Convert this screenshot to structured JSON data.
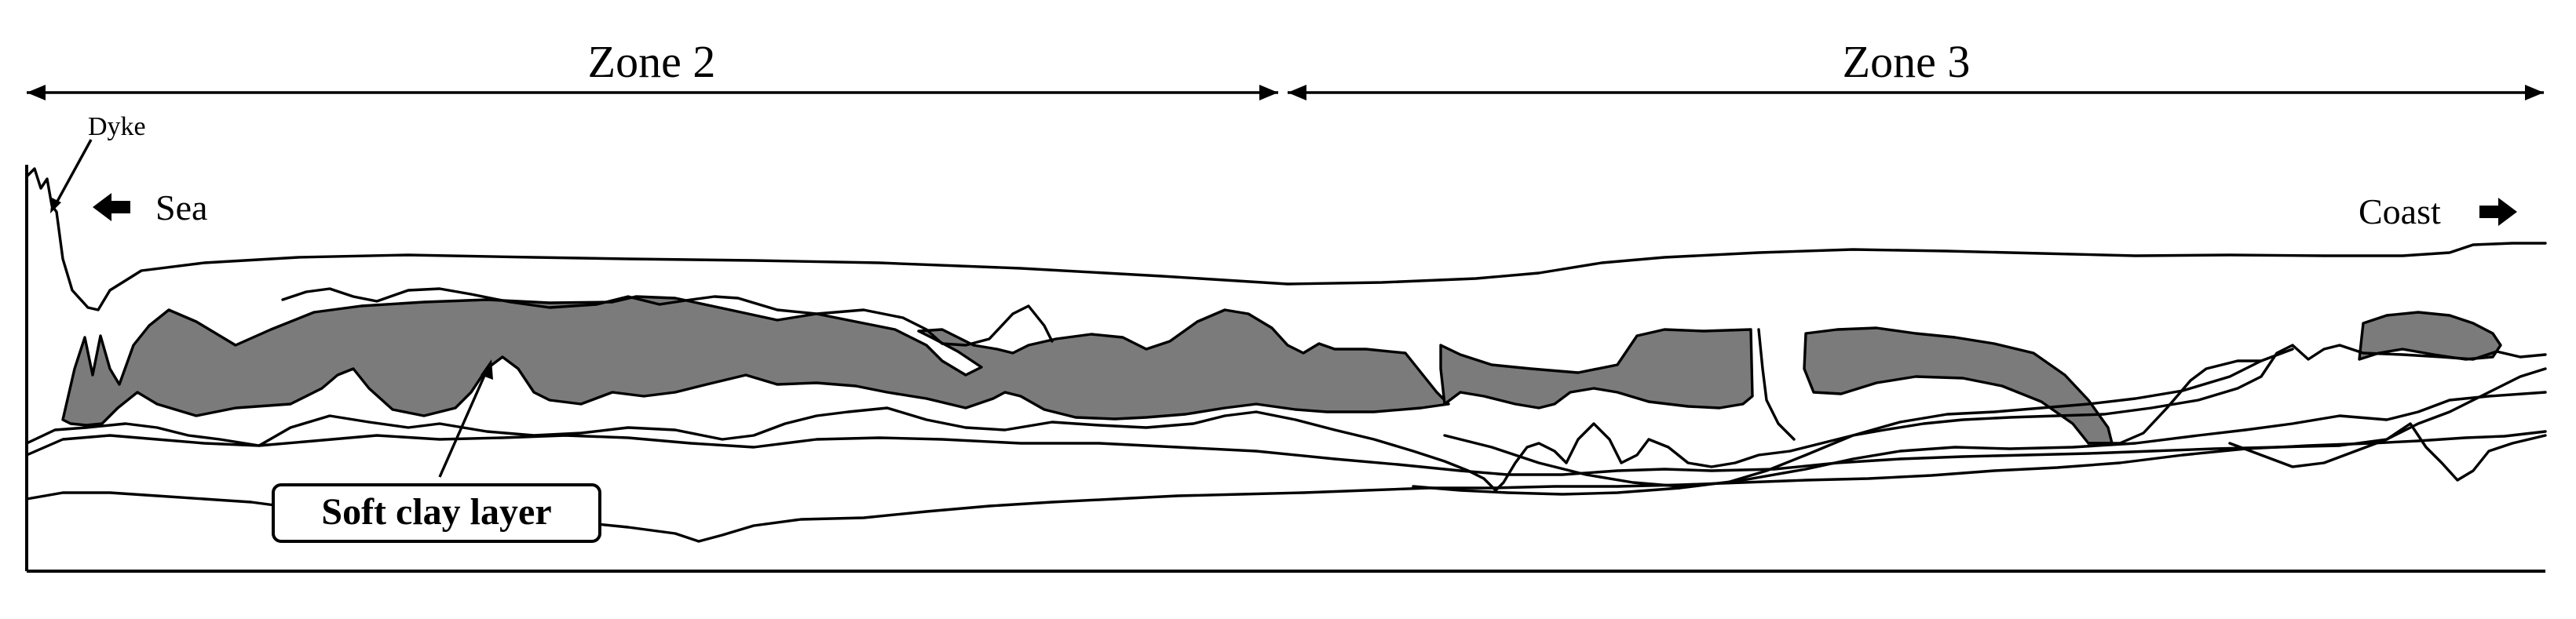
{
  "zones": [
    {
      "label": "Zone 2"
    },
    {
      "label": "Zone 3"
    }
  ],
  "labels": {
    "dyke": "Dyke",
    "sea": "Sea",
    "coast": "Coast",
    "soft_clay_layer": "Soft clay layer"
  },
  "colors": {
    "line": "#000000",
    "clay_fill": "#7b7b7b",
    "background": "#ffffff"
  },
  "icons": {
    "sea_direction": "arrow-left-icon",
    "coast_direction": "arrow-right-icon"
  }
}
